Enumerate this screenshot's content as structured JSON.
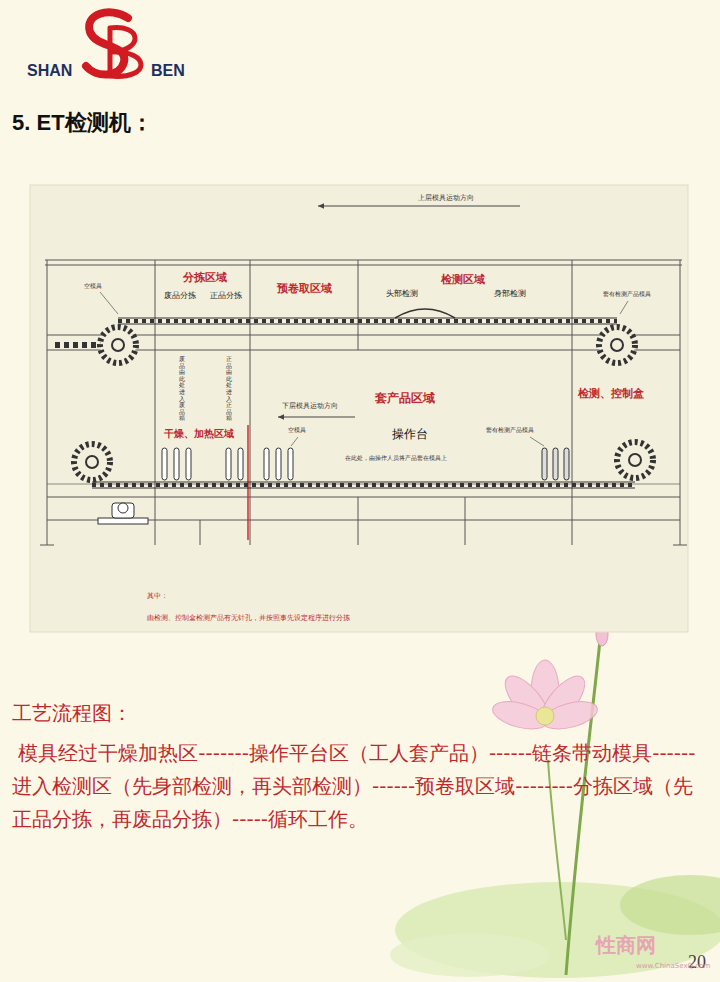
{
  "diagram": {
    "title": "5. ET检测机：",
    "nodes": [
      {
        "text": [
          "其中：",
          "由检测、控制盒检测产品有无针孔，并按照事先设定程序进行分拣"
        ]
      },
      {
        "text": [
          "分拣区域",
          "废品分拣",
          "正品分拣"
        ],
        "in": 0
      },
      {
        "text": [
          "预卷取区域"
        ],
        "in": 0
      },
      {
        "text": [
          "检测区域",
          "头部检测",
          "身部检测"
        ],
        "in": 0
      },
      {
        "text": [
          "套产品区域",
          "下层模具运动方向",
          "操作台",
          "在此处，由操作人员将产品套在模具上"
        ],
        "in": 0
      },
      {
        "text": [
          "检测、控制盒"
        ],
        "in": 0
      }
    ],
    "labels": [
      "SHAN",
      "BEN",
      "上层模具运动方向",
      "空模具",
      "套有检测产品模具",
      "废品由此处进入废品箱",
      "正品由此处进入正品箱",
      "干燥、加热区域",
      "空模具",
      "套有检测产品模具",
      "工艺流程图：",
      " 模具经过干燥加热区-------操作平台区（工人套产品）------链条带动模具------进入检测区（先身部检测，再头部检测）------预卷取区域--------分拣区域（先正品分拣，再废品分拣）-----循环工作。",
      "20",
      "性商网",
      "www.ChinaSexQ.com"
    ]
  }
}
